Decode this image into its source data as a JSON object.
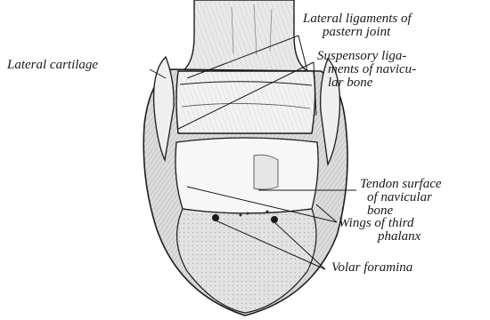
{
  "labels": {
    "lateral_cartilage": "Lateral cartilage",
    "lateral_ligaments": [
      "Lateral ligaments of",
      "pastern joint"
    ],
    "suspensory_ligaments": [
      "Suspensory liga-",
      "ments of navicu-",
      "lar bone"
    ],
    "tendon_surface": [
      "Tendon surface",
      "of navicular",
      "bone"
    ],
    "wings": [
      "Wings of third",
      "phalanx"
    ],
    "volar_foramina": "Volar foramina"
  },
  "colors": {
    "ink": "#1a1a1a",
    "paper": "#ffffff",
    "shade": "#b8b8b8"
  }
}
